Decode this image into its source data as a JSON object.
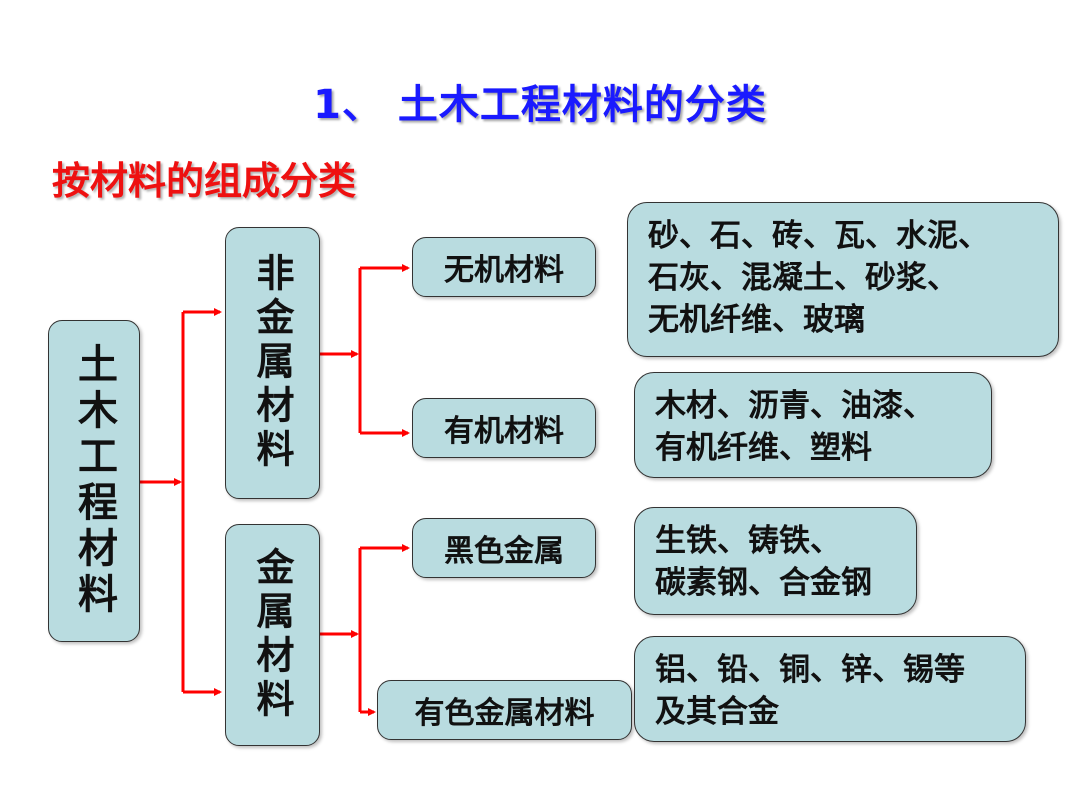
{
  "title": "1、 土木工程材料的分类",
  "subtitle": "按材料的组成分类",
  "root": {
    "label": "土木工程材料"
  },
  "level1": [
    {
      "label": "非金属材料"
    },
    {
      "label": "金属材料"
    }
  ],
  "level2": [
    {
      "label": "无机材料"
    },
    {
      "label": "有机材料"
    },
    {
      "label": "黑色金属"
    },
    {
      "label": "有色金属材料"
    }
  ],
  "details": [
    {
      "lines": [
        "砂、石、砖、瓦、水泥、",
        "石灰、混凝土、砂浆、",
        "无机纤维、玻璃"
      ]
    },
    {
      "lines": [
        "木材、沥青、油漆、",
        "有机纤维、塑料"
      ]
    },
    {
      "lines": [
        "生铁、铸铁、",
        "碳素钢、合金钢"
      ]
    },
    {
      "lines": [
        "铝、铅、铜、锌、锡等",
        "及其合金"
      ]
    }
  ],
  "colors": {
    "title": "#1a1aff",
    "subtitle": "#ee1111",
    "box_fill": "#b9dce0",
    "arrow": "#ff0000"
  }
}
